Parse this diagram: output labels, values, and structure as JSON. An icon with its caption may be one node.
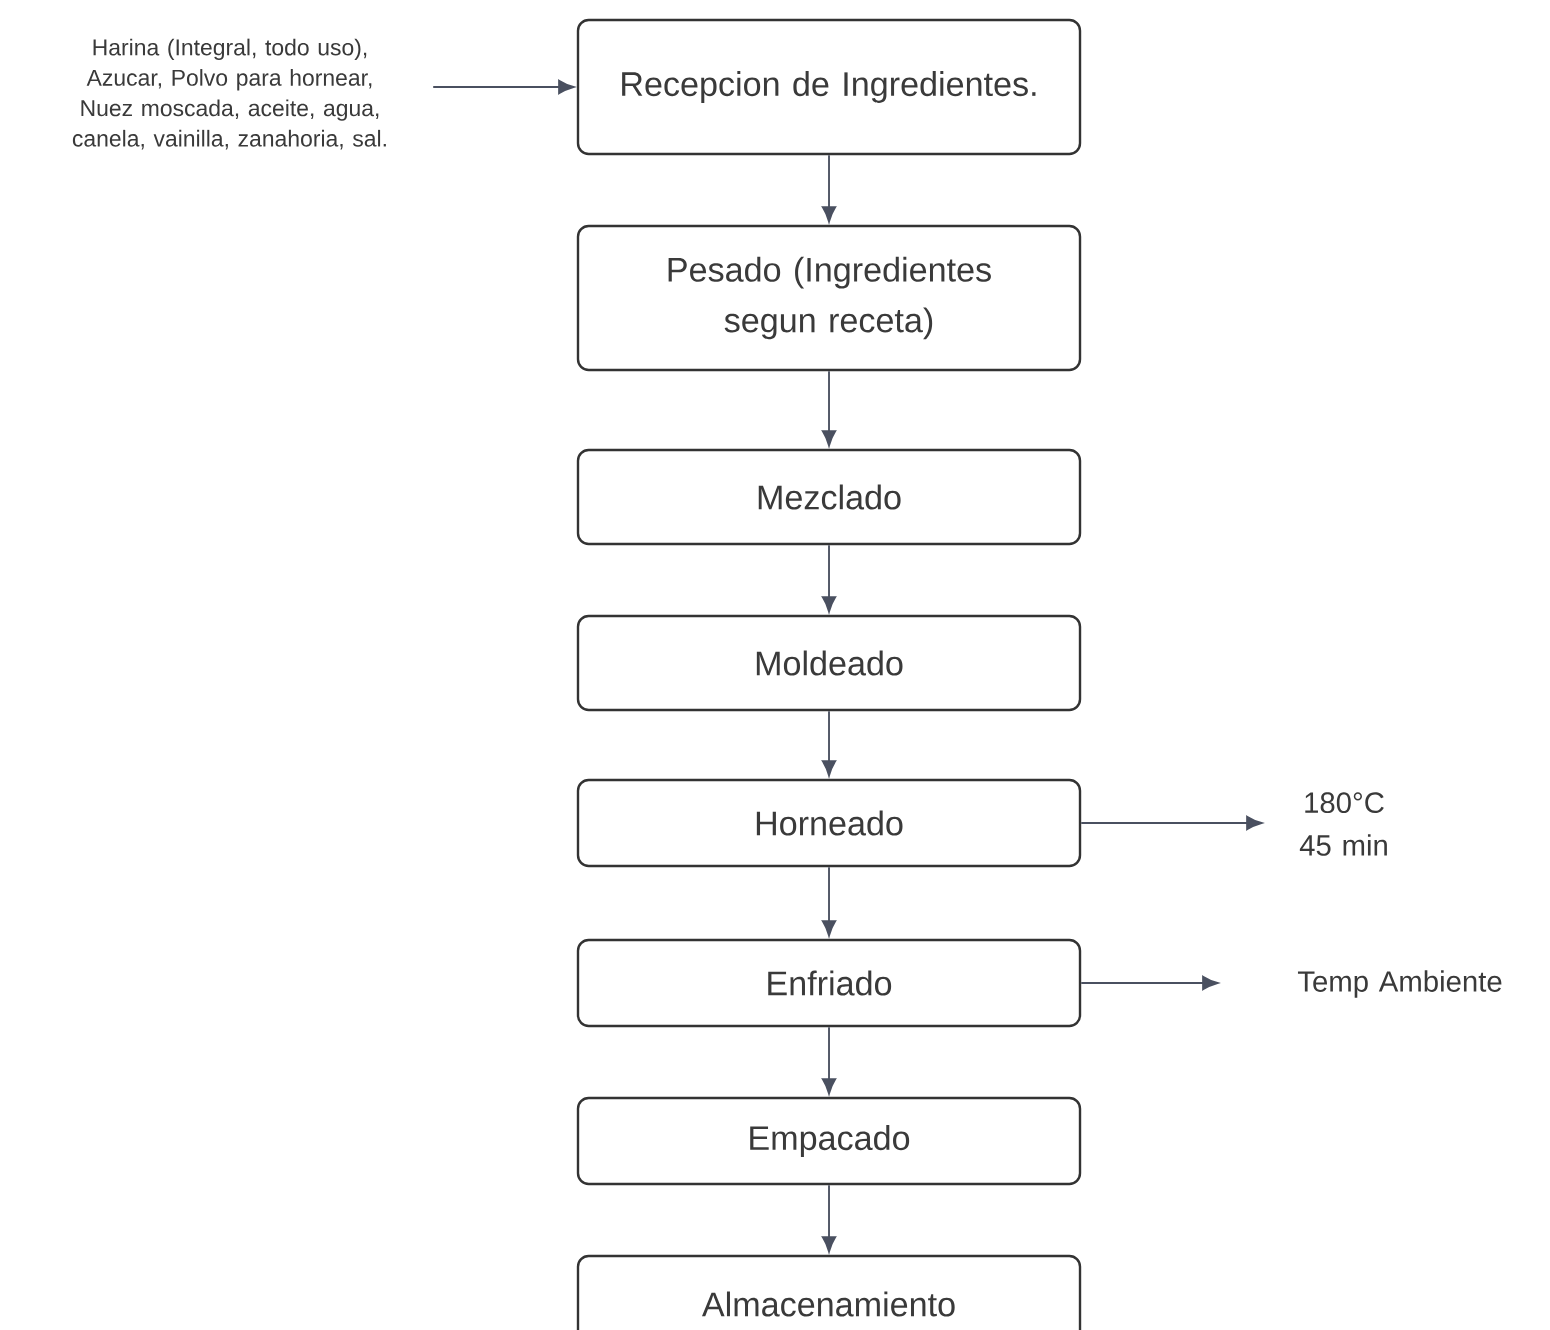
{
  "diagram": {
    "nodes": [
      {
        "text": [
          "Harina (Integral, todo uso), Azucar, Polvo para hornear, Nuez moscada, aceite, agua, canela, vainilla, zanahoria, sal."
        ]
      },
      {
        "text": [
          "Recepcion de Ingredientes."
        ]
      },
      {
        "text": [
          "Pesado (Ingredientes segun receta)"
        ]
      },
      {
        "text": [
          "Mezclado"
        ]
      },
      {
        "text": [
          "Moldeado"
        ]
      },
      {
        "text": [
          "Horneado"
        ]
      },
      {
        "text": [
          "Enfriado"
        ]
      },
      {
        "text": [
          "Empacado"
        ]
      },
      {
        "text": [
          "Almacenamiento"
        ]
      },
      {
        "text": [
          "180°C 45 min"
        ]
      },
      {
        "text": [
          "Temp Ambiente"
        ]
      }
    ],
    "edges": [
      {
        "from": 0,
        "to": 1,
        "arrow": "to"
      },
      {
        "from": 1,
        "to": 2,
        "arrow": "to"
      },
      {
        "from": 2,
        "to": 3,
        "arrow": "to"
      },
      {
        "from": 3,
        "to": 4,
        "arrow": "to"
      },
      {
        "from": 4,
        "to": 5,
        "arrow": "to"
      },
      {
        "from": 5,
        "to": 6,
        "arrow": "to"
      },
      {
        "from": 6,
        "to": 7,
        "arrow": "to"
      },
      {
        "from": 7,
        "to": 8,
        "arrow": "to"
      },
      {
        "from": 5,
        "to": 9,
        "arrow": "to"
      },
      {
        "from": 6,
        "to": 10,
        "arrow": "to"
      }
    ]
  }
}
